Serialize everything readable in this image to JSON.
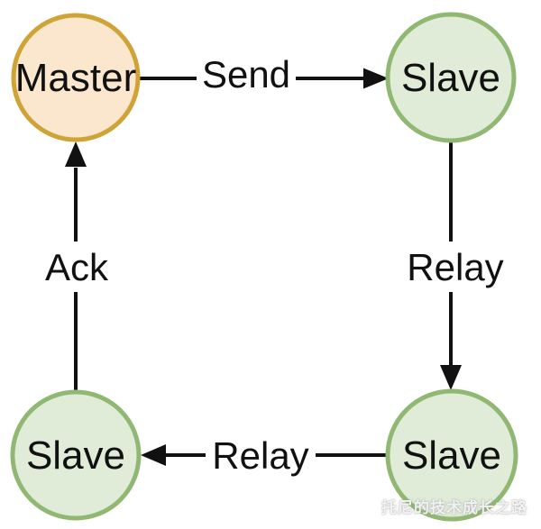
{
  "diagram": {
    "name": "master-slave-relay-cycle",
    "line_color": "#111111",
    "nodes": [
      {
        "id": "master",
        "label": "Master",
        "fill": "#FAE7CE",
        "stroke": "#D0A337"
      },
      {
        "id": "slave-top-right",
        "label": "Slave",
        "fill": "#E0ECD8",
        "stroke": "#90B873"
      },
      {
        "id": "slave-bottom-left",
        "label": "Slave",
        "fill": "#E0ECD8",
        "stroke": "#90B873"
      },
      {
        "id": "slave-bottom-right",
        "label": "Slave",
        "fill": "#E0ECD8",
        "stroke": "#90B873"
      }
    ],
    "edges": [
      {
        "id": "send",
        "label": "Send",
        "from": "master",
        "to": "slave-top-right"
      },
      {
        "id": "relay-right",
        "label": "Relay",
        "from": "slave-top-right",
        "to": "slave-bottom-right"
      },
      {
        "id": "relay-bottom",
        "label": "Relay",
        "from": "slave-bottom-right",
        "to": "slave-bottom-left"
      },
      {
        "id": "ack",
        "label": "Ack",
        "from": "slave-bottom-left",
        "to": "master"
      }
    ]
  },
  "watermark": {
    "logo": "cat-logo-icon",
    "text": "托尼的技术成长之路"
  }
}
